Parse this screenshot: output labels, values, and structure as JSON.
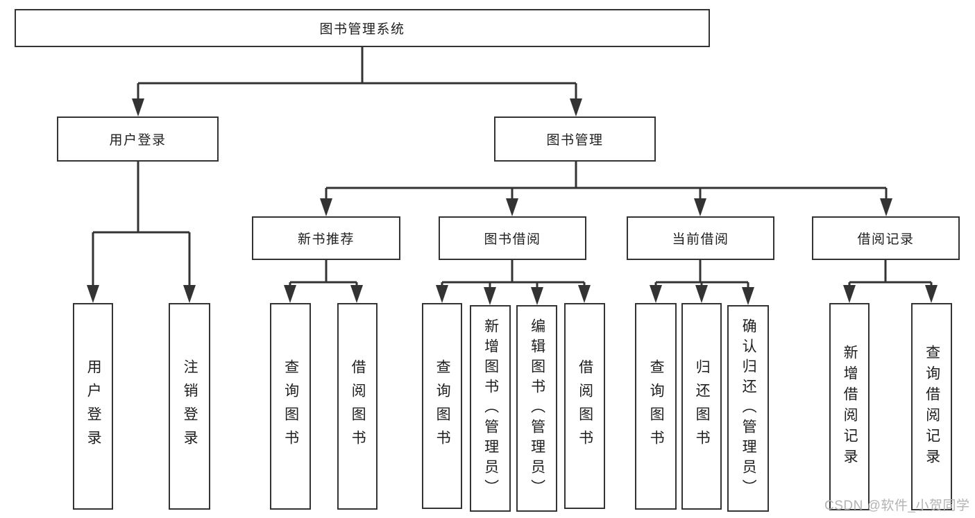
{
  "colors": {
    "line": "#333333",
    "box_border": "#333333",
    "box_fill": "#ffffff",
    "text": "#1e1e1e",
    "watermark_text_color": "#b3b3b3",
    "background": "#ffffff"
  },
  "watermark": {
    "text": "CSDN @软件_小贺同学"
  },
  "diagram": {
    "type": "hierarchy-tree",
    "root": {
      "label": "图书管理系统"
    },
    "branches": [
      {
        "label": "用户登录",
        "children": [
          {
            "label": "用户登录"
          },
          {
            "label": "注销登录"
          }
        ]
      },
      {
        "label": "图书管理",
        "children": [
          {
            "label": "新书推荐",
            "children": [
              {
                "label": "查询图书"
              },
              {
                "label": "借阅图书"
              }
            ]
          },
          {
            "label": "图书借阅",
            "children": [
              {
                "label": "查询图书"
              },
              {
                "label": "新增图书（管理员）"
              },
              {
                "label": "编辑图书（管理员）"
              },
              {
                "label": "借阅图书"
              }
            ]
          },
          {
            "label": "当前借阅",
            "children": [
              {
                "label": "查询图书"
              },
              {
                "label": "归还图书"
              },
              {
                "label": "确认归还（管理员）"
              }
            ]
          },
          {
            "label": "借阅记录",
            "children": [
              {
                "label": "新增借阅记录"
              },
              {
                "label": "查询借阅记录"
              }
            ]
          }
        ]
      }
    ]
  }
}
